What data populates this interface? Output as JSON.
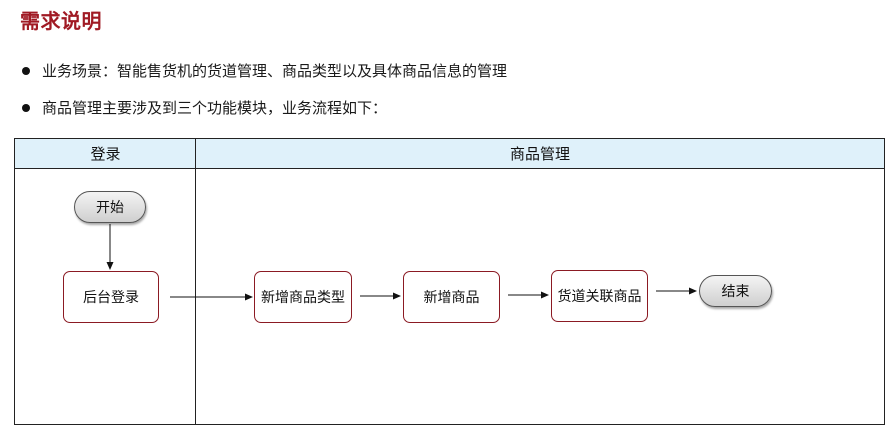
{
  "heading": "需求说明",
  "bullets": [
    "业务场景：智能售货机的货道管理、商品类型以及具体商品信息的管理",
    "商品管理主要涉及到三个功能模块，业务流程如下："
  ],
  "diagram": {
    "lanes": [
      "登录",
      "商品管理"
    ],
    "start": "开始",
    "end": "结束",
    "steps": [
      "后台登录",
      "新增商品类型",
      "新增商品",
      "货道关联商品"
    ]
  },
  "colors": {
    "heading": "#a01a24",
    "lane_header_bg": "#dff1fa",
    "process_border": "#8b1a23"
  }
}
